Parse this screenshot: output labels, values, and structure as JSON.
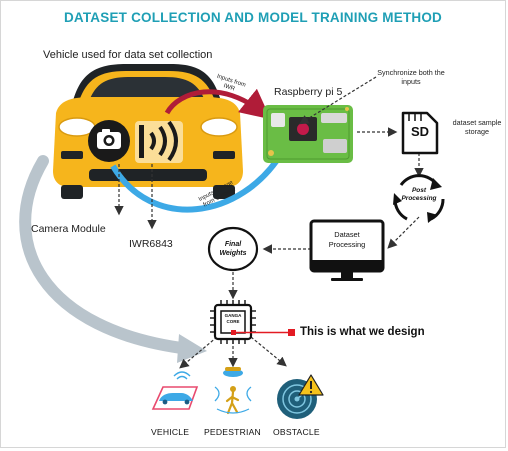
{
  "title": "DATASET COLLECTION AND MODEL TRAINING METHOD",
  "vehicle_label": "Vehicle used for data set collection",
  "raspberry_label": "Raspberry pi 5",
  "sync_label": "Synchronize both the inputs",
  "inputs_iwr_label": "Inputs from IWR",
  "inputs_camera_label": "Inputs footage from Camera",
  "sd_label": "SD",
  "storage_label": "dataset sample storage",
  "post_processing_label": "Post Processing",
  "dataset_processing_label": "Dataset Processing",
  "final_weights_label": "Final Weights",
  "chip_label": "GANGA CORE",
  "design_label": "This is what we design",
  "camera_module_label": "Camera Module",
  "iwr_label": "IWR6843",
  "outputs": {
    "vehicle": "VEHICLE",
    "pedestrian": "PEDESTRIAN",
    "obstacle": "OBSTACLE"
  },
  "colors": {
    "title": "#1f9fb5",
    "car_body": "#f6b51c",
    "iwr_arrow": "#b01c38",
    "camera_arrow": "#3da9e6",
    "big_arrow": "#b9c4cc",
    "design_marker": "#e31b23",
    "board": "#6abd45"
  }
}
